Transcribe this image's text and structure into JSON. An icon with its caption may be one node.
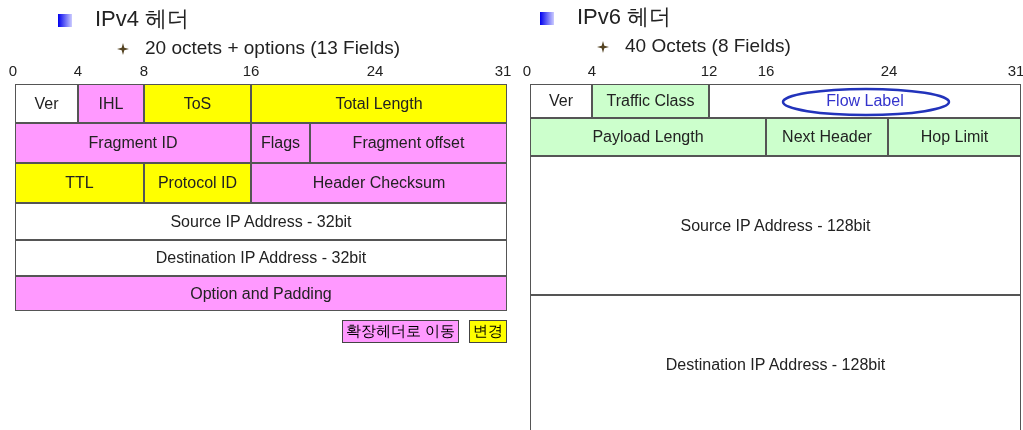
{
  "diagram": {
    "nodes": [
      {
        "text": [
          "Ver"
        ]
      },
      {
        "text": [
          "IHL"
        ]
      },
      {
        "text": [
          "ToS"
        ]
      },
      {
        "text": [
          "Total Length"
        ]
      },
      {
        "text": [
          "Fragment ID"
        ]
      },
      {
        "text": [
          "Flags"
        ]
      },
      {
        "text": [
          "Fragment offset"
        ]
      },
      {
        "text": [
          "TTL"
        ]
      },
      {
        "text": [
          "Protocol ID"
        ]
      },
      {
        "text": [
          "Header Checksum"
        ]
      },
      {
        "text": [
          "Source IP Address - 32bit"
        ]
      },
      {
        "text": [
          "Destination IP Address - 32bit"
        ]
      },
      {
        "text": [
          "Option and Padding"
        ]
      },
      {
        "text": [
          "Ver"
        ]
      },
      {
        "text": [
          "Traffic Class"
        ]
      },
      {
        "text": [
          "Flow Label"
        ]
      },
      {
        "text": [
          "Payload Length"
        ]
      },
      {
        "text": [
          "Next Header"
        ]
      },
      {
        "text": [
          "Hop Limit"
        ]
      },
      {
        "text": [
          "Source IP Address - 128bit"
        ]
      },
      {
        "text": [
          "Destination IP Address - 128bit"
        ]
      }
    ],
    "edges": [],
    "labels": [
      "IPv4 헤더",
      "20 octets + options (13 Fields)",
      "0",
      "4",
      "8",
      "16",
      "24",
      "31",
      "IPv6 헤더",
      "40 Octets (8 Fields)",
      "0",
      "4",
      "12",
      "16",
      "24",
      "31"
    ],
    "legend": [
      {
        "text": "확장헤더로 이동",
        "color": "#ff99ff"
      },
      {
        "text": "변경",
        "color": "#ffff00"
      }
    ]
  }
}
